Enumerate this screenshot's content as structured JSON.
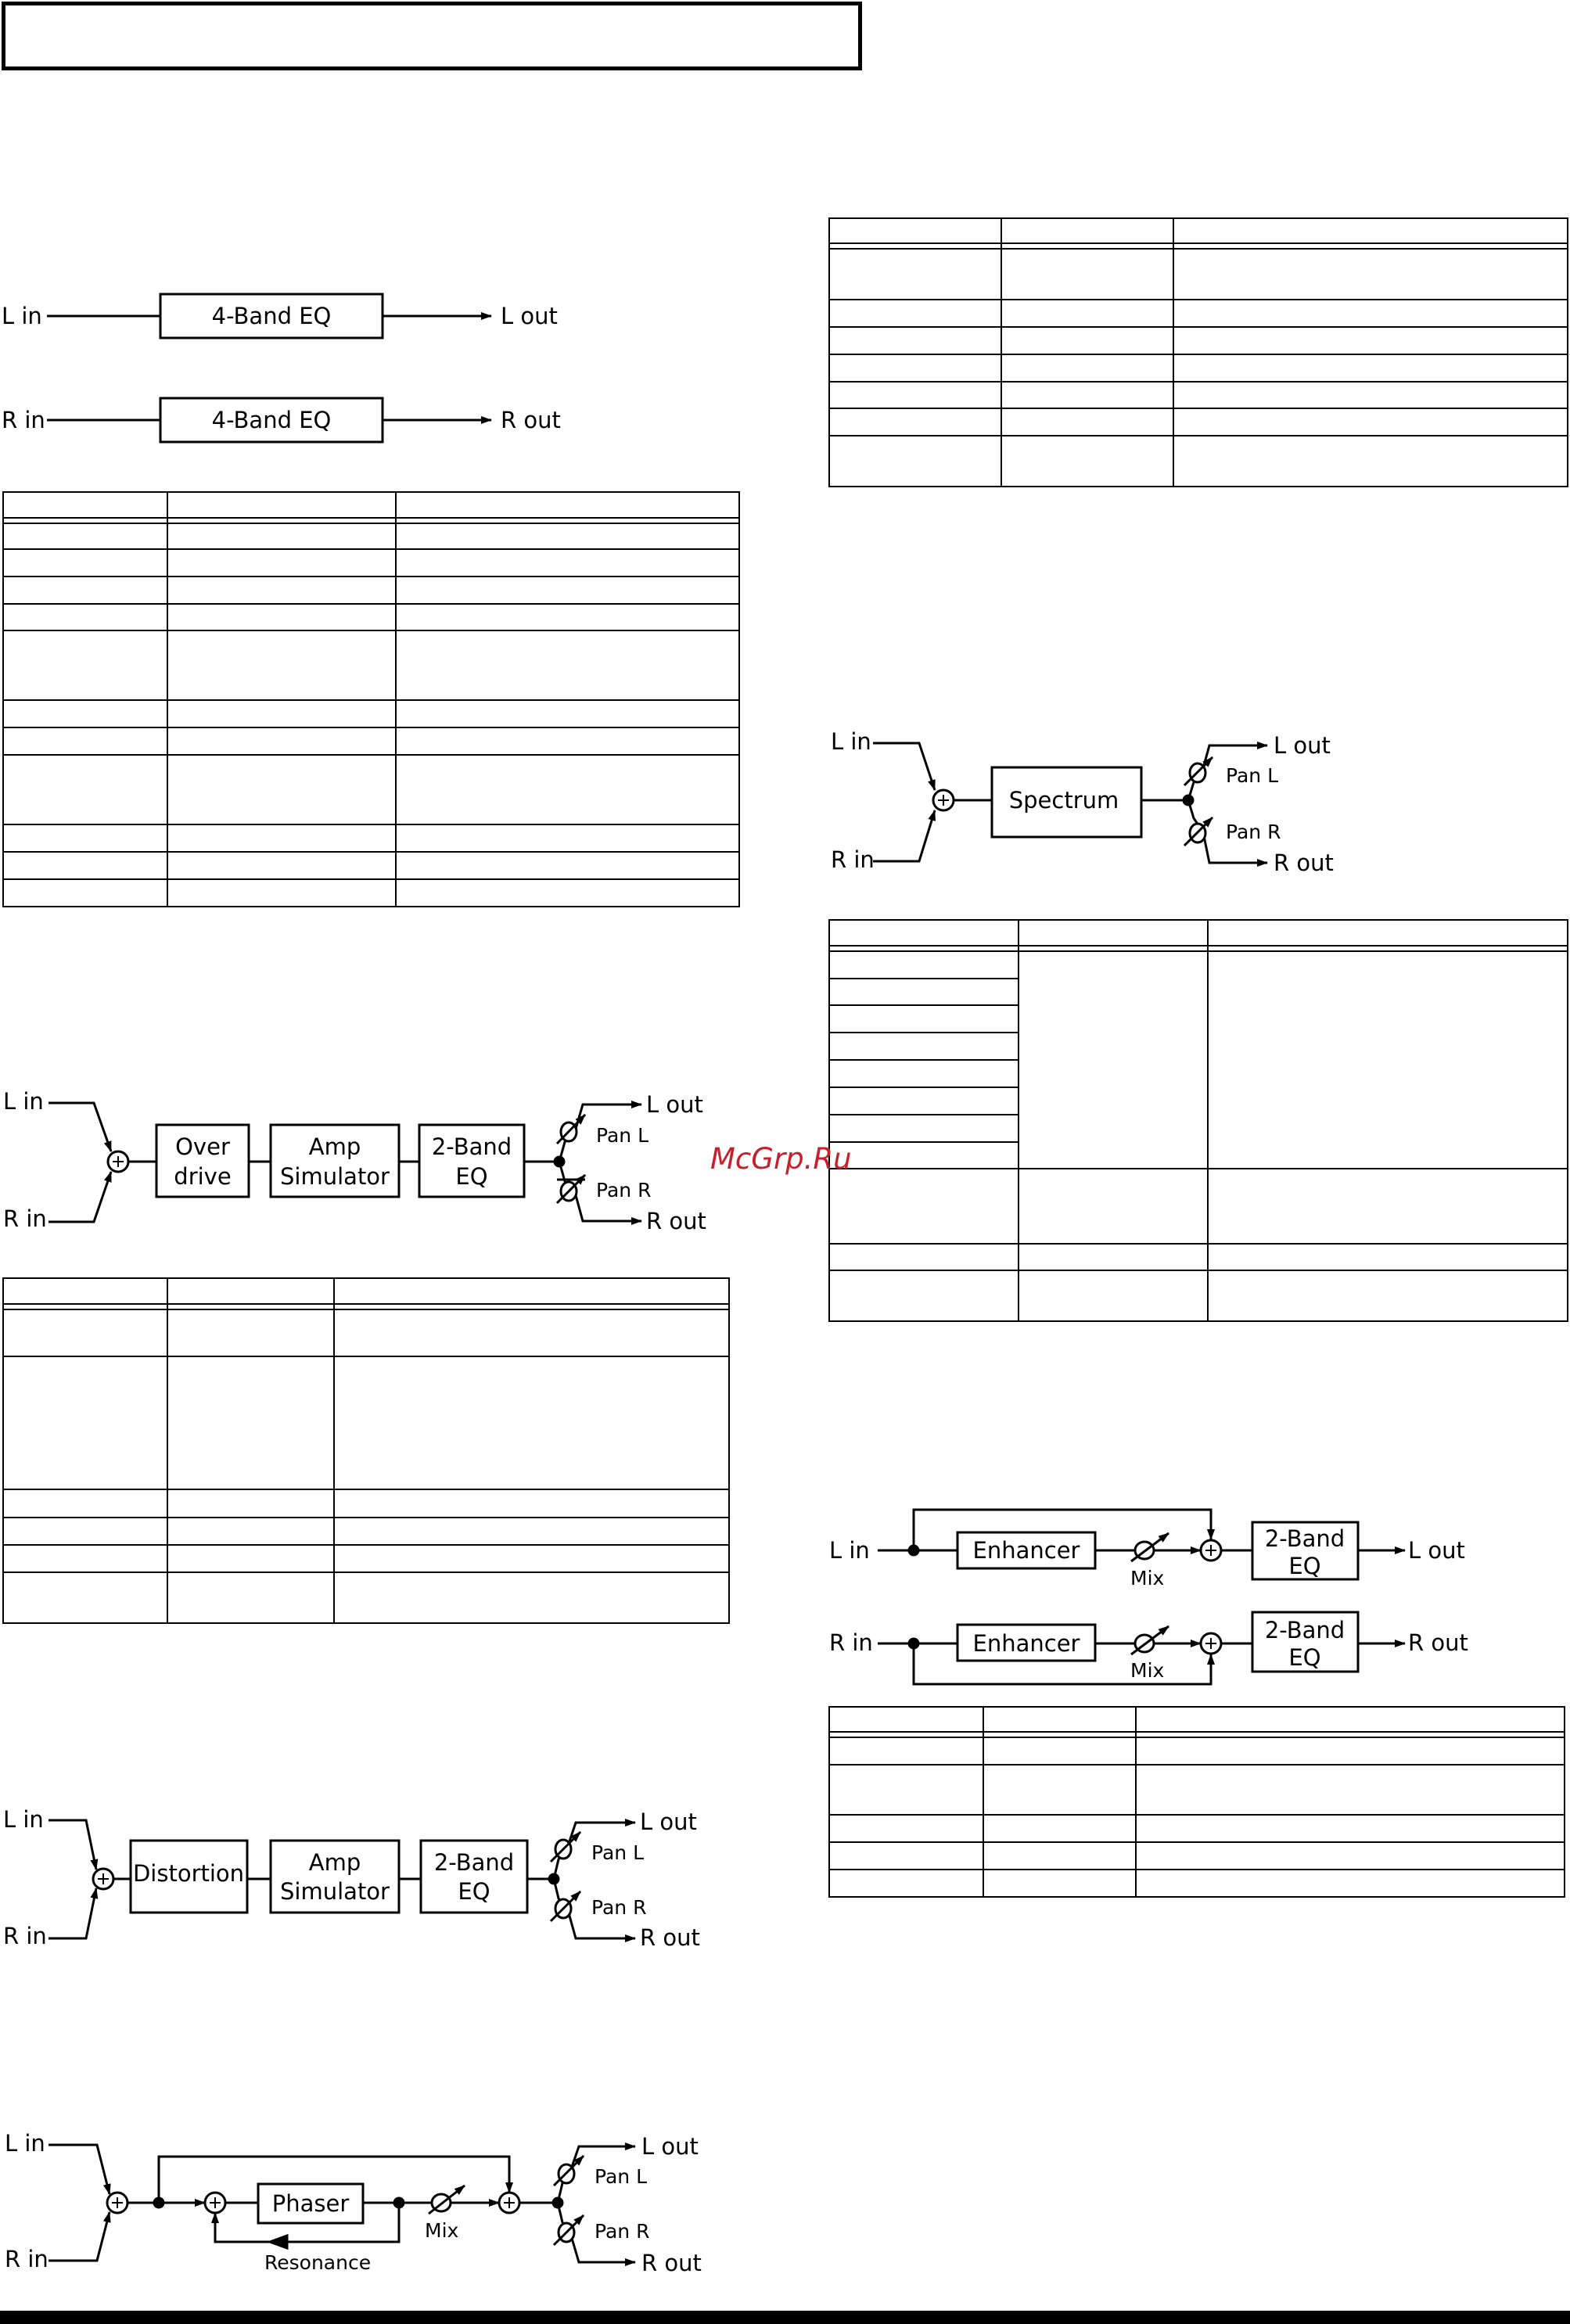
{
  "labels": {
    "l_in": "L in",
    "r_in": "R in",
    "l_out": "L out",
    "r_out": "R out",
    "pan_l": "Pan L",
    "pan_r": "Pan R",
    "mix": "Mix",
    "resonance": "Resonance"
  },
  "blocks": {
    "four_band_eq": "4-Band EQ",
    "overdrive_1": "Over",
    "overdrive_2": "drive",
    "amp_1": "Amp",
    "amp_2": "Simulator",
    "two_band_1": "2-Band",
    "two_band_2": "EQ",
    "distortion": "Distortion",
    "phaser": "Phaser",
    "spectrum": "Spectrum",
    "enhancer": "Enhancer"
  },
  "watermark": "McGrp.Ru"
}
